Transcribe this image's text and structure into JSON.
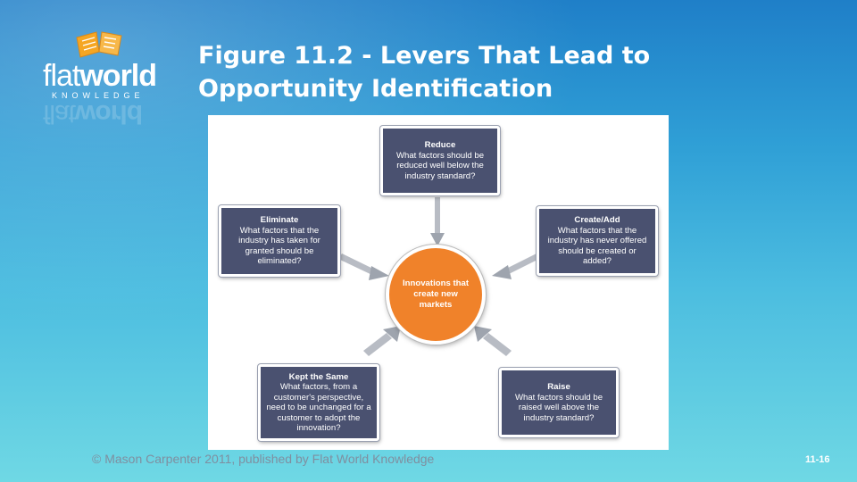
{
  "slide": {
    "title": "Figure 11.2 - Levers That Lead to Opportunity Identification",
    "footer": "© Mason Carpenter 2011, published by Flat World Knowledge",
    "page_number": "11-16"
  },
  "logo": {
    "word_light": "flat",
    "word_bold": "world",
    "subtitle": "KNOWLEDGE",
    "book_color": "#f5a623"
  },
  "diagram": {
    "center": "Innovations that create new markets",
    "center_color": "#f0822a",
    "box_color": "#4a5170",
    "boxes": [
      {
        "title": "Reduce",
        "text": "What factors should be reduced well below the industry standard?"
      },
      {
        "title": "Create/Add",
        "text": "What factors that the industry has never offered should be created or added?"
      },
      {
        "title": "Raise",
        "text": "What factors should be raised well above the industry standard?"
      },
      {
        "title": "Kept the Same",
        "text": "What factors, from a customer's perspective, need to be unchanged for a customer to adopt the innovation?"
      },
      {
        "title": "Eliminate",
        "text": "What factors that the industry has taken for granted should be eliminated?"
      }
    ]
  }
}
